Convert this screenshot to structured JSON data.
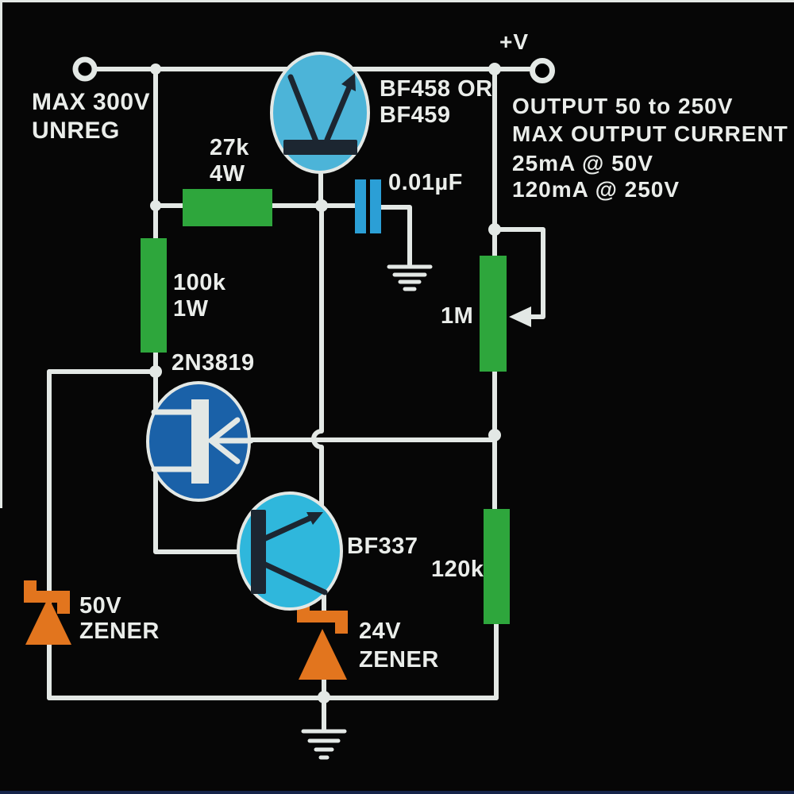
{
  "colors": {
    "background": "#060606",
    "wire": "#E3E8E5",
    "text": "#EAEDEA",
    "resistor": "#2EA63C",
    "cap": "#2B9FD6",
    "q1": "#4CB4D8",
    "q2": "#2FB7DC",
    "jfet": "#1A61A8",
    "zener": "#E2751E",
    "symbol_dark": "#1C2631"
  },
  "components": {
    "input_terminal": {
      "label_line1": "MAX 300V",
      "label_line2": "UNREG"
    },
    "pass_transistor": {
      "label_line1": "BF458 OR",
      "label_line2": "BF459"
    },
    "resistor_27k": {
      "value": "27k",
      "power": "4W"
    },
    "resistor_100k": {
      "value": "100k",
      "power": "1W"
    },
    "capacitor": {
      "value": "0.01µF"
    },
    "output_terminal": {
      "label": "+V"
    },
    "output_note": {
      "line1": "OUTPUT 50 to 250V",
      "line2": "MAX OUTPUT CURRENT",
      "line3": "25mA @ 50V",
      "line4": "120mA @ 250V"
    },
    "potentiometer_1m": {
      "value": "1M"
    },
    "jfet": {
      "part": "2N3819"
    },
    "transistor_bf337": {
      "part": "BF337"
    },
    "resistor_120k": {
      "value": "120k"
    },
    "zener_50v": {
      "value": "50V",
      "type": "ZENER"
    },
    "zener_24v": {
      "value": "24V",
      "type": "ZENER"
    }
  }
}
